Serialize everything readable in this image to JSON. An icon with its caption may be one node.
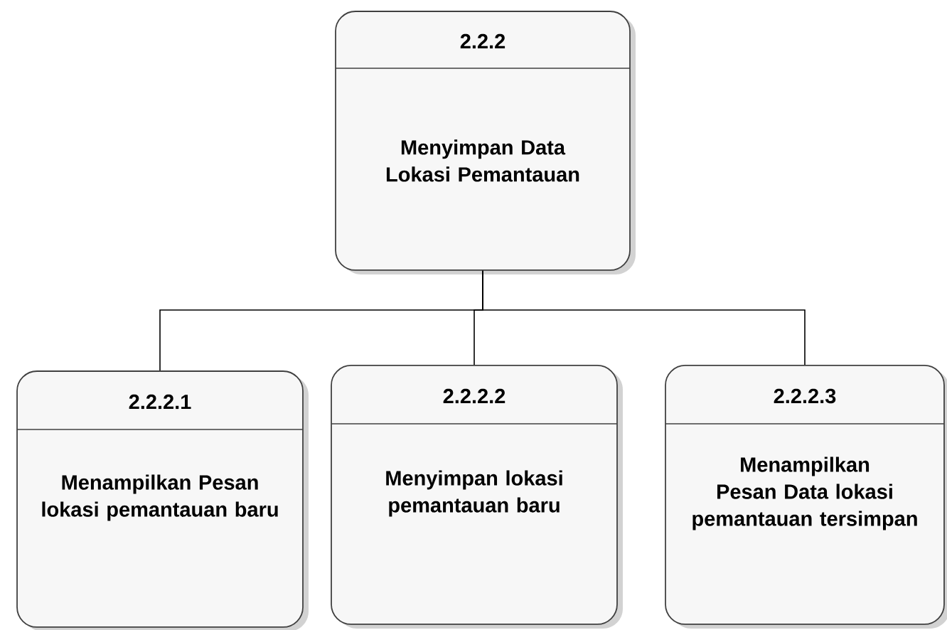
{
  "diagram": {
    "nodes": [
      {
        "text": [
          "2.2.2",
          "Menyimpan Data Lokasi Pemantauan"
        ]
      },
      {
        "text": [
          "2.2.2.1",
          "Menampilkan Pesan lokasi pemantauan baru"
        ]
      },
      {
        "text": [
          "2.2.2.2",
          "Menyimpan lokasi pemantauan baru"
        ]
      },
      {
        "text": [
          "2.2.2.3",
          "Menampilkan Pesan Data lokasi pemantauan tersimpan"
        ]
      }
    ],
    "edges": [
      {
        "from": 0,
        "to": 1,
        "arrow": "none"
      },
      {
        "from": 0,
        "to": 2,
        "arrow": "none"
      },
      {
        "from": 0,
        "to": 3,
        "arrow": "none"
      }
    ]
  }
}
